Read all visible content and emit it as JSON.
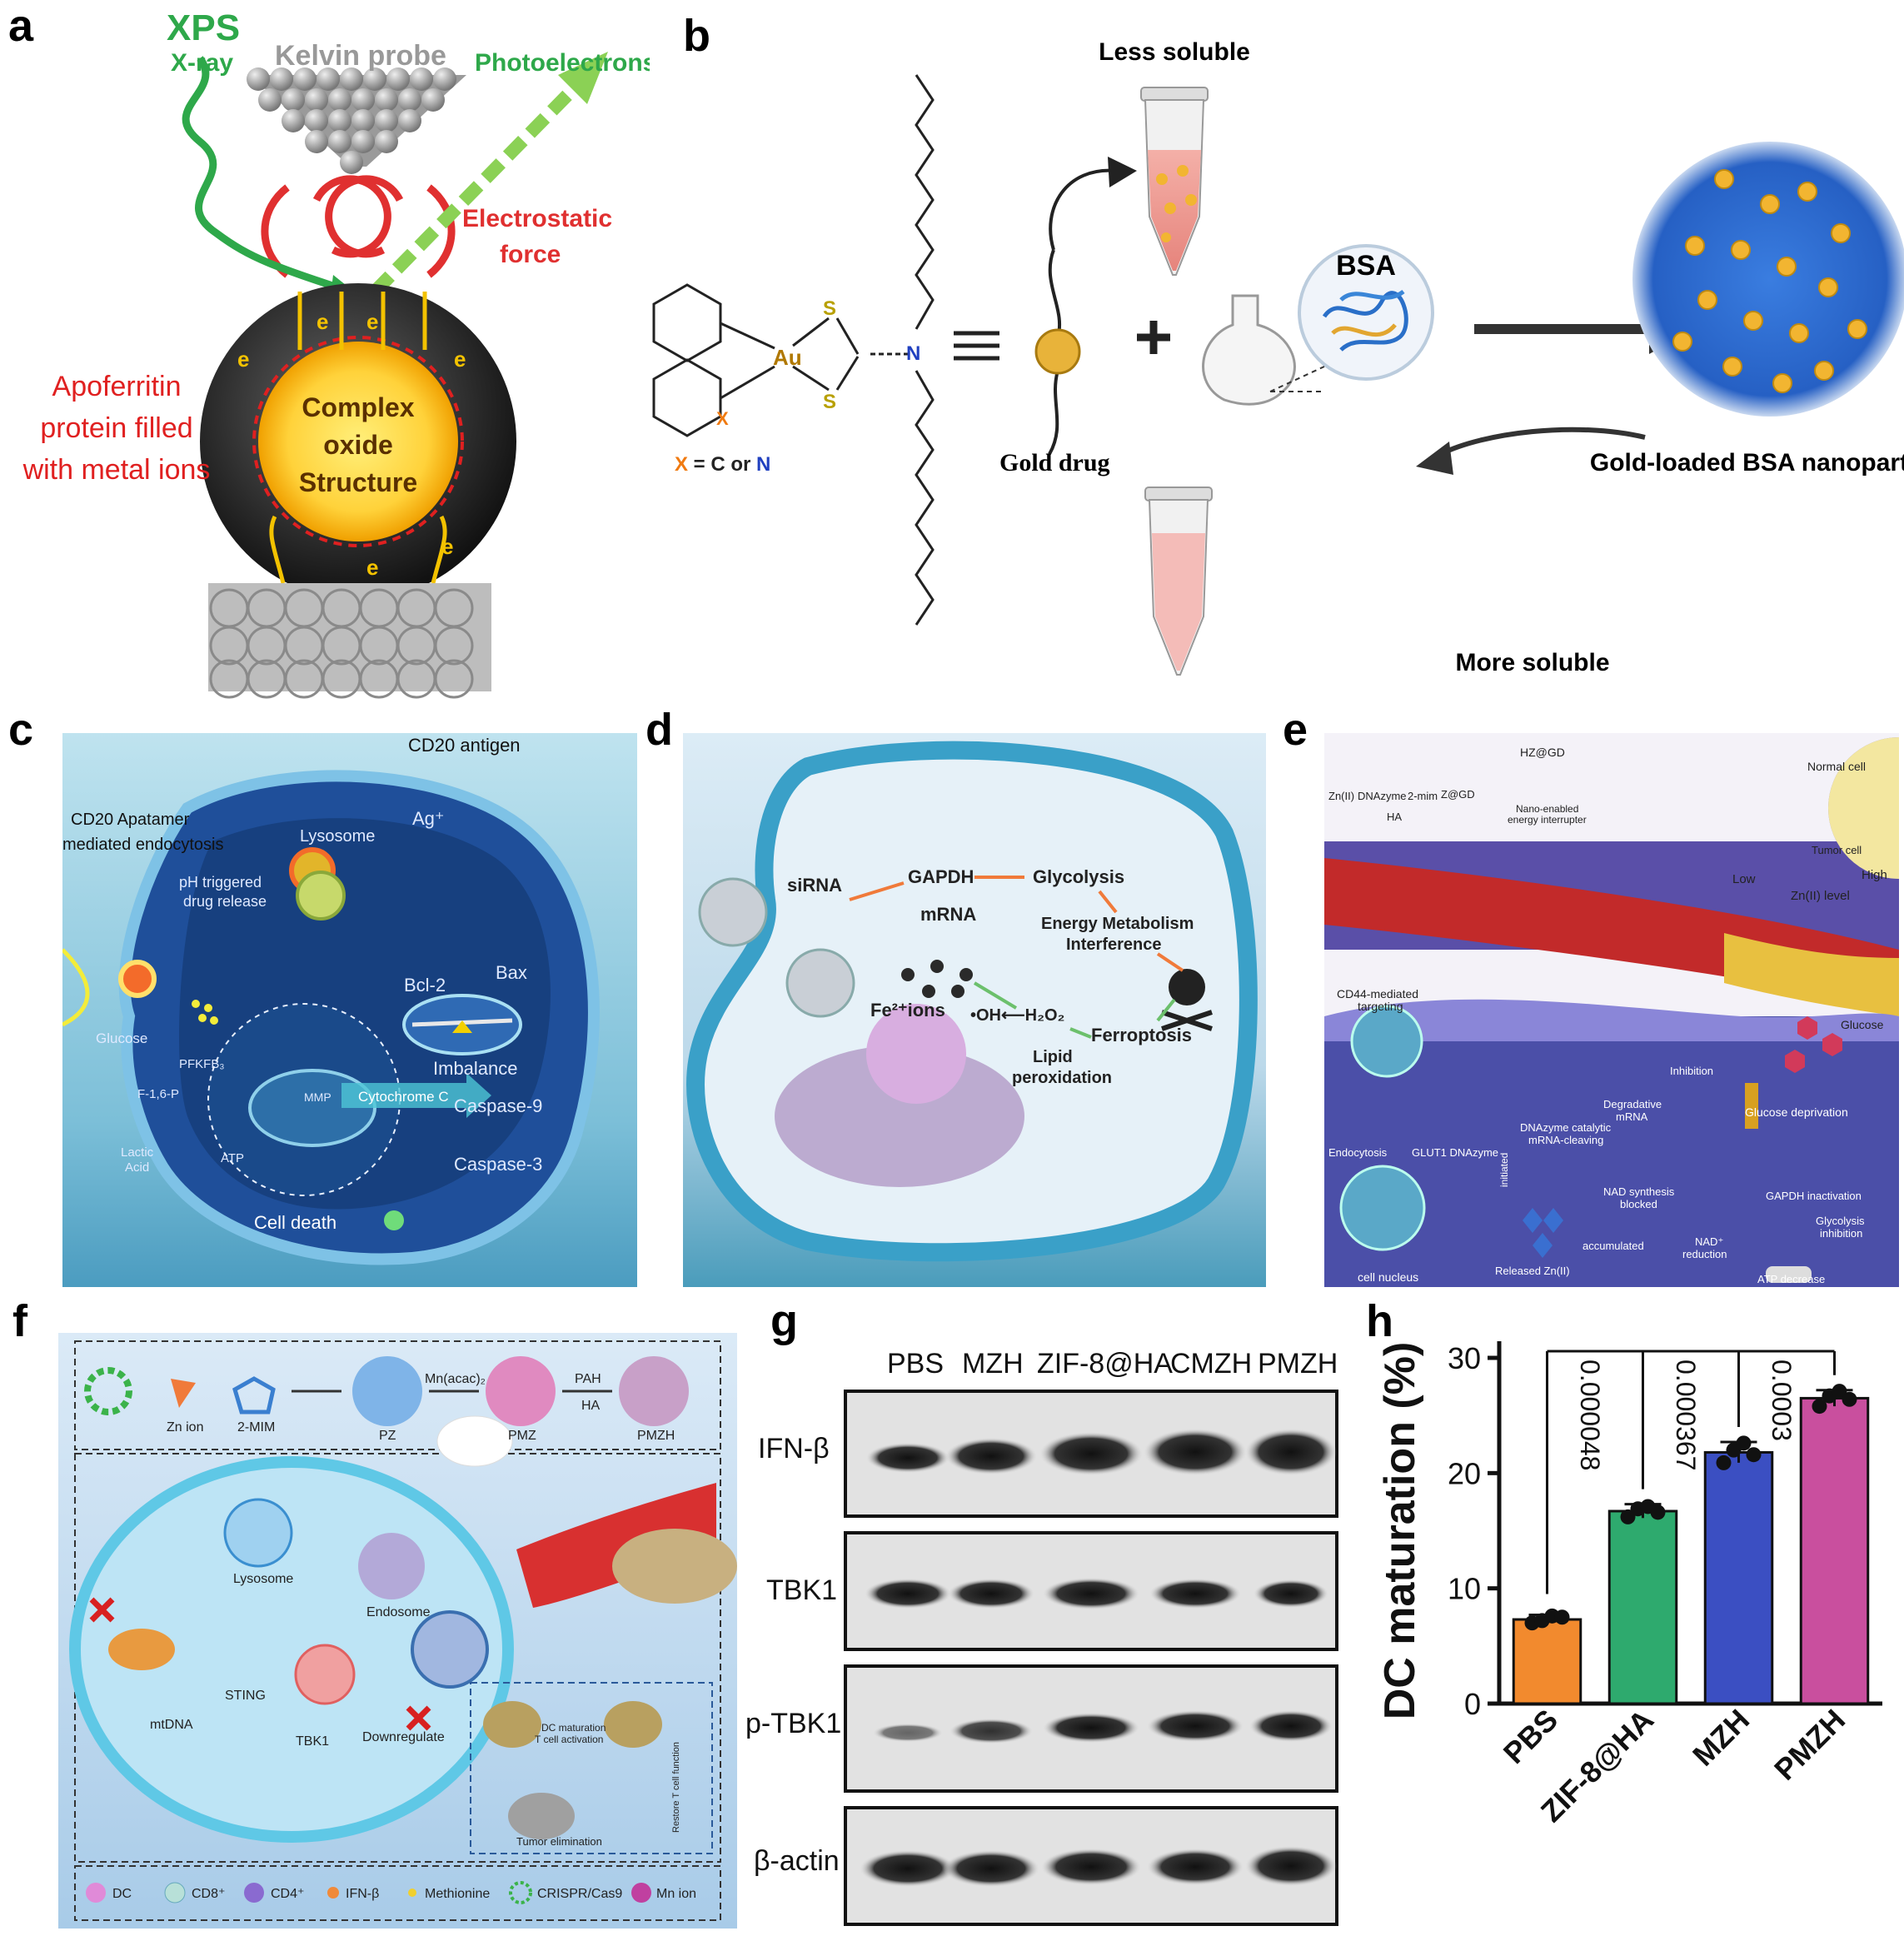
{
  "panels": {
    "a": {
      "label": "a",
      "xps": "XPS",
      "xray": "X-ray",
      "kelvin": "Kelvin probe",
      "photoelectrons": "Photoelectrons",
      "electrostatic": "Electrostatic",
      "force": "force",
      "apo1": "Apoferritin",
      "apo2": "protein filled",
      "apo3": "with metal ions",
      "core1": "Complex",
      "core2": "oxide",
      "core3": "Structure",
      "electron": "e"
    },
    "b": {
      "label": "b",
      "less_soluble": "Less soluble",
      "more_soluble": "More soluble",
      "bsa": "BSA",
      "gold_drug": "Gold drug",
      "nanoparticle": "Gold-loaded BSA nanoparticle",
      "x_eq": "X",
      "x_rest": " = C or ",
      "x_n": "N",
      "au": "Au",
      "s": "S",
      "n": "N",
      "x_ring": "X"
    },
    "c": {
      "label": "c",
      "cd20_antigen": "CD20 antigen",
      "aptamer1": "CD20 Apatamer",
      "aptamer2": "mediated endocytosis",
      "lysosome": "Lysosome",
      "ph1": "pH triggered",
      "ph2": "drug release",
      "ag": "Ag⁺",
      "bcl2": "Bcl-2",
      "bax": "Bax",
      "imbalance": "Imbalance",
      "glucose": "Glucose",
      "pfkfb3": "PFKFB₃",
      "f16p": "F-1,6-P",
      "atp": "ATP",
      "lactic1": "Lactic",
      "lactic2": "Acid",
      "mmp": "MMP",
      "cytc": "Cytochrome C",
      "casp9": "Caspase-9",
      "casp3": "Caspase-3",
      "death": "Cell death"
    },
    "d": {
      "label": "d",
      "sirna": "siRNA",
      "gapdh": "GAPDH",
      "glycolysis": "Glycolysis",
      "mrna": "mRNA",
      "energy1": "Energy Metabolism",
      "energy2": "Interference",
      "fe": "Fe²⁺ions",
      "oh": "•OH⟵H₂O₂",
      "ferroptosis": "Ferroptosis",
      "lipid1": "Lipid",
      "lipid2": "peroxidation"
    },
    "e": {
      "label": "e",
      "zn": "Zn(II)",
      "dnazyme": "DNAzyme",
      "mim": "2-mim",
      "zgd": "Z@GD",
      "hzgd": "HZ@GD",
      "ha": "HA",
      "nano1": "Nano-enabled",
      "nano2": "energy interrupter",
      "normal": "Normal cell",
      "tumor": "Tumor cell",
      "low": "Low",
      "high": "High",
      "znlevel": "Zn(II) level",
      "cd44a": "CD44-mediated",
      "cd44b": "targeting",
      "glucose": "Glucose",
      "inhibition": "Inhibition",
      "degradative1": "Degradative",
      "degradative2": "mRNA",
      "deprivation": "Glucose deprivation",
      "endocytosis": "Endocytosis",
      "glut1": "GLUT1 DNAzyme",
      "catalytic1": "DNAzyme catalytic",
      "catalytic2": "mRNA-cleaving",
      "initiated": "initiated",
      "nad1": "NAD synthesis",
      "nad2": "blocked",
      "gapdh_inact": "GAPDH inactivation",
      "glyco1": "Glycolysis",
      "glyco2": "inhibition",
      "nucleus": "cell nucleus",
      "released": "Released Zn(II)",
      "accumulated": "accumulated",
      "nadred1": "NAD⁺",
      "nadred2": "reduction",
      "atp_dec": "ATP decrease"
    },
    "f": {
      "label": "f",
      "znion": "Zn ion",
      "mim": "2-MIM",
      "pz": "PZ",
      "mnacac": "Mn(acac)₂",
      "pmz": "PMZ",
      "pah": "PAH",
      "ha": "HA",
      "pmzh": "PMZH",
      "lysosome": "Lysosome",
      "endosome": "Endosome",
      "sting": "STING",
      "mtdna": "mtDNA",
      "tbk1": "TBK1",
      "downregulate": "Downregulate",
      "dcmat1": "DC maturation",
      "dcmat2": "T cell activation",
      "tumor_elim": "Tumor elimination",
      "restore": "Restore T cell function",
      "legend": [
        "DC",
        "CD8⁺",
        "CD4⁺",
        "IFN-β",
        "Methionine",
        "CRISPR/Cas9",
        "Mn ion"
      ]
    },
    "g": {
      "label": "g",
      "lanes": [
        "PBS",
        "MZH",
        "ZIF-8@HA",
        "CMZH",
        "PMZH"
      ],
      "rows": [
        "IFN-β",
        "TBK1",
        "p-TBK1",
        "β-actin"
      ]
    },
    "h": {
      "label": "h"
    }
  },
  "chart_data": {
    "type": "bar",
    "title": "",
    "xlabel": "",
    "ylabel": "DC maturation (%)",
    "ylim": [
      0,
      30
    ],
    "yticks": [
      "0",
      "10",
      "20",
      "30"
    ],
    "categories": [
      "PBS",
      "ZIF-8@HA",
      "MZH",
      "PMZH"
    ],
    "values": [
      7.3,
      16.7,
      21.8,
      26.5
    ],
    "errors": [
      0.4,
      0.6,
      0.9,
      0.7
    ],
    "colors": [
      "#f28a2e",
      "#2eaa6e",
      "#3b4fc2",
      "#c94f9e"
    ],
    "points": [
      [
        7.0,
        7.2,
        7.6,
        7.5
      ],
      [
        16.2,
        16.9,
        17.1,
        16.6
      ],
      [
        20.9,
        22.0,
        22.6,
        21.6
      ],
      [
        25.8,
        26.7,
        27.1,
        26.4
      ]
    ],
    "annotations": [
      "0.000048",
      "0.000367",
      "0.0003"
    ]
  }
}
